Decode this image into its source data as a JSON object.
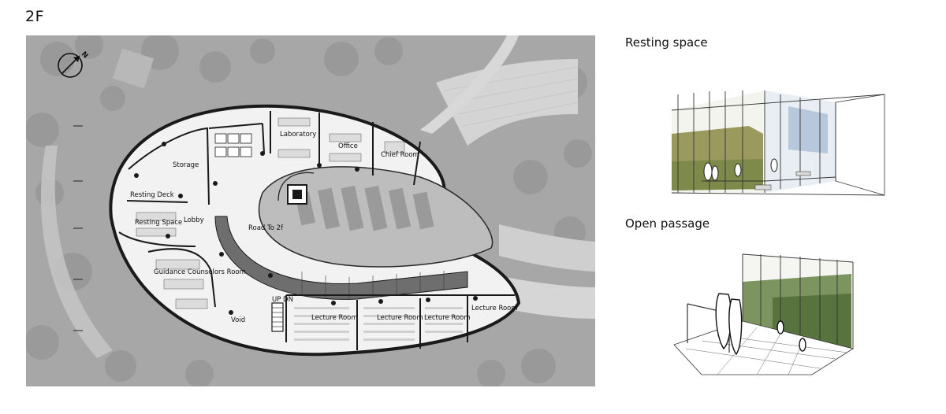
{
  "floor": {
    "title": "2F"
  },
  "plan": {
    "rooms": [
      "Laboratory",
      "Office",
      "Chief Room",
      "Storage",
      "Resting Deck",
      "Lobby",
      "Resting Space",
      "Road To 2f",
      "Guidance Counselors Room",
      "UP DN",
      "Lecture Room",
      "Lecture Room",
      "Lecture Room",
      "Lecture Room",
      "Void"
    ]
  },
  "sketches": [
    {
      "title": "Resting space"
    },
    {
      "title": "Open passage"
    }
  ],
  "icons": {
    "north": "north-arrow-icon"
  },
  "colors": {
    "background": "#ffffff",
    "site": "#a9a9a9",
    "floor": "#f2f2f2",
    "wall": "#1a1a1a"
  }
}
